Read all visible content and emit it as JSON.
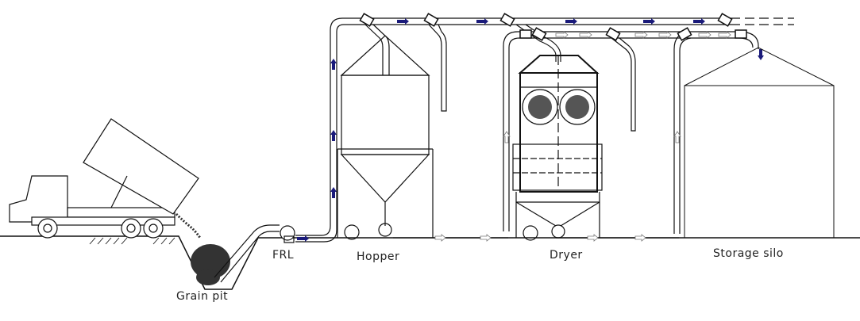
{
  "labels": {
    "frl": "FRL",
    "hopper": "Hopper",
    "dryer": "Dryer",
    "storage_silo": "Storage silo",
    "grain_pit": "Grain pit"
  },
  "colors": {
    "flow_arrow": "#1a1a7a",
    "line": "#111111"
  }
}
